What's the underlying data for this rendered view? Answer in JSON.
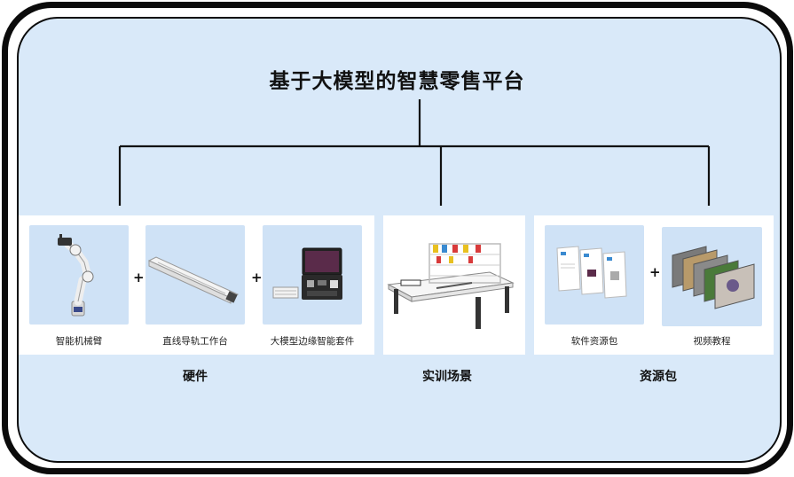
{
  "title": "基于大模型的智慧零售平台",
  "groups": {
    "hardware": {
      "label": "硬件",
      "items": [
        {
          "caption": "智能机械臂",
          "icon": "robot-arm-icon"
        },
        {
          "caption": "直线导轨工作台",
          "icon": "linear-rail-icon"
        },
        {
          "caption": "大模型边缘智能套件",
          "icon": "edge-ai-kit-icon"
        }
      ]
    },
    "scene": {
      "label": "实训场景",
      "items": [
        {
          "caption": "",
          "icon": "training-table-icon"
        }
      ]
    },
    "resources": {
      "label": "资源包",
      "items": [
        {
          "caption": "软件资源包",
          "icon": "document-pack-icon"
        },
        {
          "caption": "视频教程",
          "icon": "video-slides-icon"
        }
      ]
    }
  },
  "plus_sign": "+",
  "colors": {
    "background": "#d9e9f9",
    "frame": "#0b0b0b",
    "card": "#ffffff",
    "image_box": "#cfe2f6"
  }
}
